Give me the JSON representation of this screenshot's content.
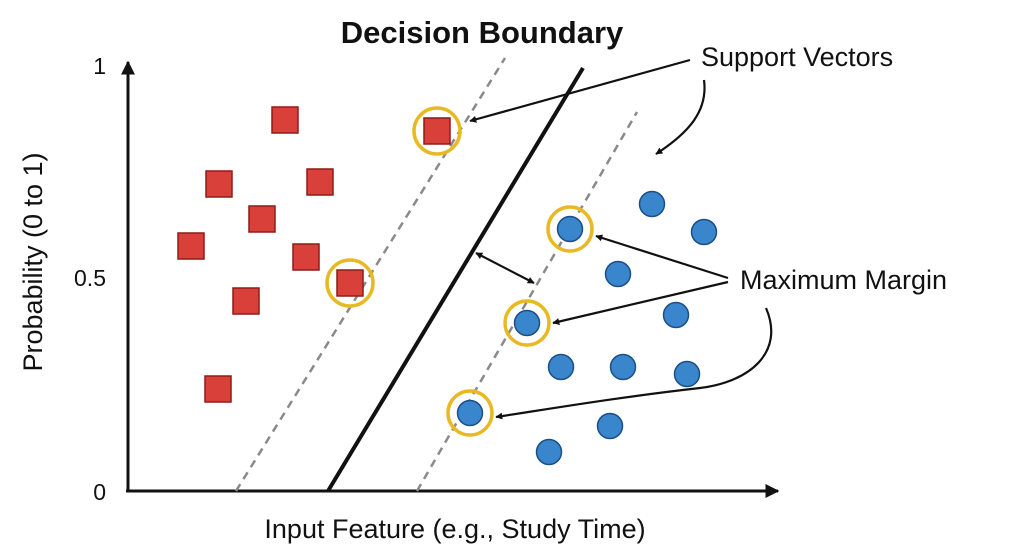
{
  "title": "Decision Boundary",
  "x_axis": {
    "label": "Input Feature (e.g., Study Time)"
  },
  "y_axis": {
    "label": "Probability (0 to 1)",
    "ticks": [
      "1",
      "0.5",
      "0"
    ]
  },
  "annotations": {
    "support_vectors": "Support Vectors",
    "maximum_margin": "Maximum Margin"
  },
  "colors": {
    "class_a": "#d9403a",
    "class_b": "#3a86cc",
    "support_ring": "#e8b923",
    "margin_line": "#8a8a8a",
    "boundary": "#111111"
  },
  "classes": [
    {
      "name": "class-a",
      "shape": "square"
    },
    {
      "name": "class-b",
      "shape": "circle"
    }
  ],
  "lines": [
    {
      "name": "margin-line-left",
      "style": "dashed"
    },
    {
      "name": "decision-boundary-line",
      "style": "solid"
    },
    {
      "name": "margin-line-right",
      "style": "dashed"
    }
  ],
  "support_vectors": [
    {
      "class": "class-a",
      "index": 1
    },
    {
      "class": "class-a",
      "index": 2
    },
    {
      "class": "class-b",
      "index": 3
    },
    {
      "class": "class-b",
      "index": 4
    },
    {
      "class": "class-b",
      "index": 5
    }
  ]
}
